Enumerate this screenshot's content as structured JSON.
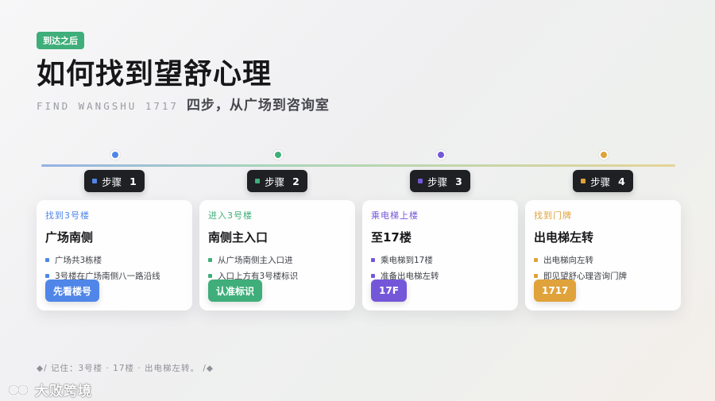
{
  "badge": "到达之后",
  "title": "如何找到望舒心理",
  "subtitle_en": "FIND WANGSHU 1717",
  "subtitle_cn": "四步，从广场到咨询室",
  "steps": [
    {
      "label": "步骤",
      "num": "1",
      "color": "#4f86e8",
      "eyebrow": "找到3号楼",
      "heading": "广场南侧",
      "bullets": [
        "广场共3栋楼",
        "3号楼在广场南侧八一路沿线"
      ],
      "action": "先看楼号"
    },
    {
      "label": "步骤",
      "num": "2",
      "color": "#3fae7a",
      "eyebrow": "进入3号楼",
      "heading": "南侧主入口",
      "bullets": [
        "从广场南侧主入口进",
        "入口上方有3号楼标识"
      ],
      "action": "认准标识"
    },
    {
      "label": "步骤",
      "num": "3",
      "color": "#7457d9",
      "eyebrow": "乘电梯上楼",
      "heading": "至17楼",
      "bullets": [
        "乘电梯到17楼",
        "准备出电梯左转"
      ],
      "action": "17F"
    },
    {
      "label": "步骤",
      "num": "4",
      "color": "#e0a23a",
      "eyebrow": "找到门牌",
      "heading": "出电梯左转",
      "bullets": [
        "出电梯向左转",
        "即见望舒心理咨询门牌"
      ],
      "action": "1717"
    }
  ],
  "footer_note": "◆/ 记住：3号楼 · 17楼 · 出电梯左转。 /◆",
  "logo_text": "大败跨境"
}
